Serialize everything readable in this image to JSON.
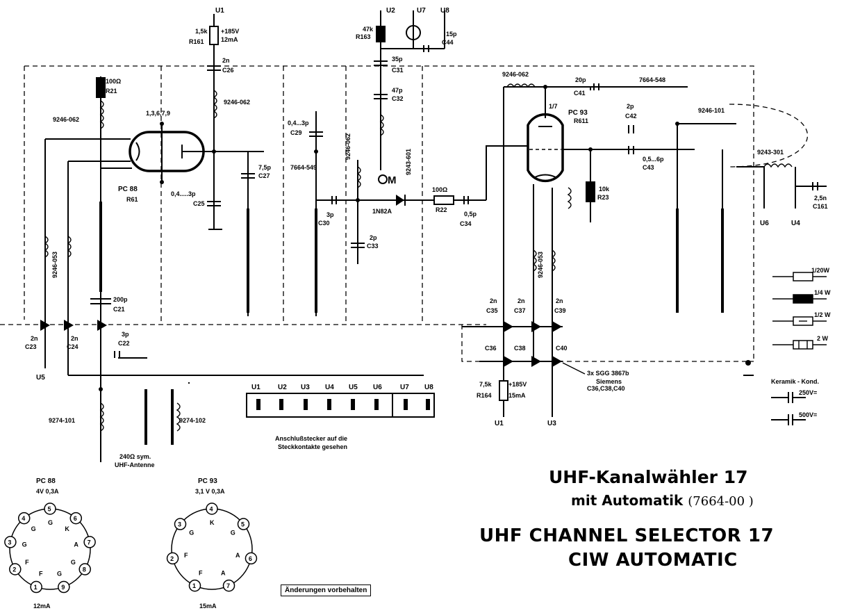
{
  "titles": {
    "de_title": "UHF-Kanalwähler 17",
    "de_sub": "mit Automatik",
    "de_part": "(7664-00 )",
    "en_title": "UHF CHANNEL SELECTOR 17",
    "en_sub": "CIW AUTOMATIC"
  },
  "note": "Änderungen vorbehalten",
  "tubes": {
    "pc88": {
      "name": "PC 88",
      "ref": "R61",
      "heater": "4V 0,3A",
      "current": "12mA",
      "pins": [
        "1,3,6,7,9"
      ]
    },
    "pc93": {
      "name": "PC 93",
      "ref": "R611",
      "heater": "3,1 V 0,3A",
      "current": "15mA",
      "pin_top": "1/7"
    }
  },
  "supply": [
    "U1",
    "U2",
    "U7",
    "U8",
    "U5",
    "U3",
    "U6",
    "U4"
  ],
  "connector": {
    "pins": [
      "U1",
      "U2",
      "U3",
      "U4",
      "U5",
      "U6",
      "U7",
      "U8"
    ],
    "caption1": "Anschlußstecker auf die",
    "caption2": "Steckkontakte gesehen"
  },
  "components": {
    "r161": [
      "1,5k",
      "R161",
      "+185V",
      "12mA"
    ],
    "r163": [
      "47k",
      "R163"
    ],
    "r21": [
      "100Ω",
      "R21"
    ],
    "r22": [
      "100Ω",
      "R22"
    ],
    "r23": [
      "10k",
      "R23"
    ],
    "r164": [
      "7,5k",
      "R164",
      "+185V",
      "15mA"
    ],
    "c26": [
      "2n",
      "C26"
    ],
    "c31": [
      "35p",
      "C31"
    ],
    "c32": [
      "47p",
      "C32"
    ],
    "c44": [
      "15p",
      "C44"
    ],
    "c41": [
      "20p",
      "C41"
    ],
    "c42": [
      "2p",
      "C42"
    ],
    "c43": [
      "0,5...6p",
      "C43"
    ],
    "c27": [
      "7,5p",
      "C27"
    ],
    "c25": [
      "0,4.....3p",
      "C25"
    ],
    "c29": [
      "0,4...3p",
      "C29"
    ],
    "c30": [
      "3p",
      "C30"
    ],
    "c33": [
      "2p",
      "C33"
    ],
    "c34": [
      "0,5p",
      "C34"
    ],
    "c21": [
      "200p",
      "C21"
    ],
    "c22": [
      "3p",
      "C22"
    ],
    "c23": [
      "2n",
      "C23"
    ],
    "c24": [
      "2n",
      "C24"
    ],
    "c161": [
      "2,5n",
      "C161"
    ],
    "caps_row": [
      "2n",
      "C35",
      "2n",
      "C37",
      "2n",
      "C39",
      "C36",
      "C38",
      "C40"
    ],
    "siemens": [
      "3x SGG 3867b",
      "Siemens",
      "C36,C38,C40"
    ],
    "diode": "1N82A",
    "coils": [
      "9246-062",
      "9246-062",
      "9246-062",
      "9246-062",
      "9246-053",
      "9246-053",
      "9246-101",
      "9243-301",
      "9243-601",
      "7664-549",
      "7664-548",
      "9274-101",
      "9274-102"
    ],
    "antenna": [
      "240Ω sym.",
      "UHF-Antenne"
    ]
  },
  "legend": {
    "resistors": [
      "1/20W",
      "1/4 W",
      "1/2 W",
      "2 W"
    ],
    "ceramic_title": "Keramik - Kond.",
    "ceramic": [
      "250V=",
      "500V="
    ]
  },
  "pinouts": {
    "pc88": {
      "pins": [
        "1",
        "2",
        "3",
        "4",
        "5",
        "6",
        "7",
        "8",
        "9"
      ],
      "letters": [
        "F",
        "F",
        "G",
        "G",
        "G",
        "K",
        "A",
        "G",
        "G"
      ]
    },
    "pc93": {
      "pins": [
        "1",
        "2",
        "3",
        "4",
        "5",
        "6",
        "7"
      ],
      "letters": [
        "F",
        "F",
        "G",
        "K",
        "G",
        "A",
        "A"
      ]
    }
  }
}
